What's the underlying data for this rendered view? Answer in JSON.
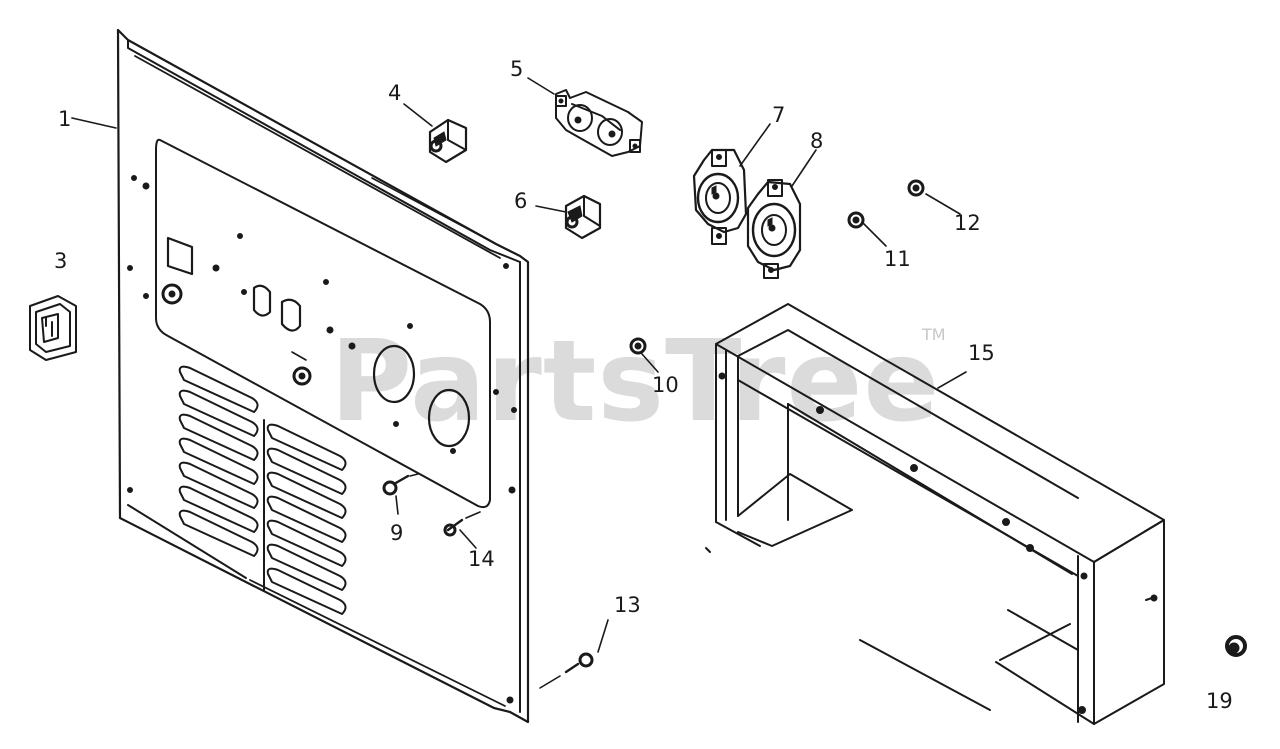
{
  "watermark": {
    "text": "PartsTree",
    "trademark": "TM"
  },
  "labels": {
    "p1": "1",
    "p3": "3",
    "p4": "4",
    "p5": "5",
    "p6": "6",
    "p7": "7",
    "p8": "8",
    "p9": "9",
    "p10": "10",
    "p11": "11",
    "p12": "12",
    "p13": "13",
    "p14": "14",
    "p15": "15",
    "p19": "19"
  },
  "colors": {
    "ink": "#1a1a1a",
    "watermark": "#d3d3d3",
    "background": "#ffffff"
  }
}
